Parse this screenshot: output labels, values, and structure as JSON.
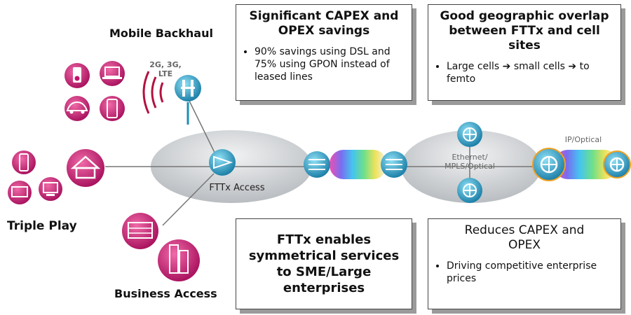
{
  "segments": {
    "mobile_backhaul": "Mobile Backhaul",
    "triple_play": "Triple Play",
    "business_access": "Business Access"
  },
  "labels": {
    "radio_generations": "2G, 3G, LTE",
    "fttx_access": "FTTx Access",
    "ethernet_mpls": "Ethernet/ MPLS/Optical",
    "ip_optical": "IP/Optical"
  },
  "boxes": {
    "capex_opex_savings": {
      "title": "Significant CAPEX and OPEX savings",
      "bullet": "90% savings using DSL and 75% using GPON instead of leased lines"
    },
    "geographic_overlap": {
      "title": "Good geographic overlap between FTTx and cell sites",
      "bullet": "Large cells ➔ small cells ➔ to femto"
    },
    "symmetrical_services": {
      "title": "FTTx enables symmetrical services to SME/Large enterprises"
    },
    "reduces_capex": {
      "title": "Reduces CAPEX and OPEX",
      "bullet": "Driving competitive enterprise prices"
    }
  },
  "colors": {
    "magenta": "#c2126b",
    "teal": "#1f8fb5",
    "cloud": "#d3d6d9"
  },
  "icons": [
    "mp3-player-icon",
    "laptop-icon",
    "car-icon",
    "mobile-phone-icon",
    "cell-tower-icon",
    "radio-waves-icon",
    "house-icon",
    "phone-icon",
    "tv-icon",
    "computer-icon",
    "office-building-icon",
    "skyscraper-icon",
    "access-node-icon",
    "switch-icon",
    "router-icon"
  ]
}
